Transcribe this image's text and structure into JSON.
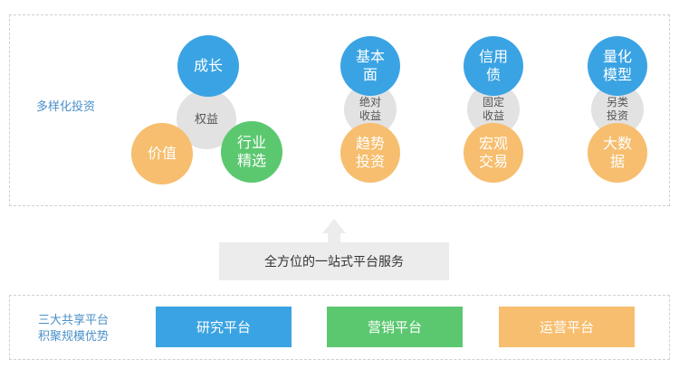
{
  "top": {
    "label": "多样化投资",
    "cluster": {
      "center": "权益",
      "nodes": [
        "成长",
        "价值",
        "行业\n精选"
      ]
    },
    "columns": [
      {
        "top": "基本\n面",
        "middle": "绝对\n收益",
        "bottom": "趋势\n投资"
      },
      {
        "top": "信用\n债",
        "middle": "固定\n收益",
        "bottom": "宏观\n交易"
      },
      {
        "top": "量化\n模型",
        "middle": "另类\n投资",
        "bottom": "大数\n据"
      }
    ]
  },
  "service": {
    "label": "全方位的一站式平台服务"
  },
  "bottom": {
    "label_line1": "三大共享平台",
    "label_line2": "积聚规模优势",
    "platforms": [
      "研究平台",
      "营销平台",
      "运营平台"
    ]
  },
  "colors": {
    "blue": "#3aa3e3",
    "orange": "#f6be6e",
    "green": "#5bc870",
    "grey": "#e2e2e2",
    "label": "#4a90c9"
  }
}
